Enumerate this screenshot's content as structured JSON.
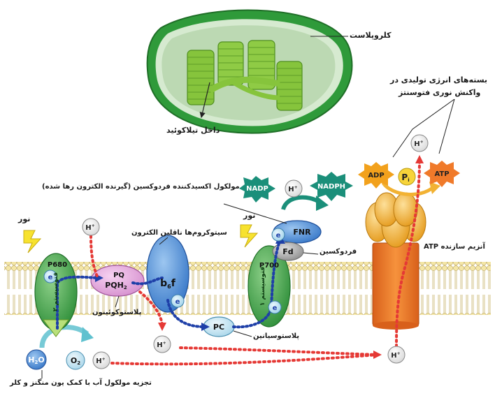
{
  "labels": {
    "chloroplast": "کلروپلاست",
    "thylakoid_interior": "داخل تیلاکوئید",
    "energy_packets_line1": "بسته‌های انرژی تولیدی در",
    "energy_packets_line2": "واکنش نوری فتوسنتز",
    "ferredoxin_oxidizer": "مولکول اکسیدکننده فردوکسین (گیرنده الکترون رها شده)",
    "cytochromes": "سیتوکروم‌ها ناقلین الکترون",
    "light_left": "نور",
    "light_right": "نور",
    "ferredoxin": "فردوکسین",
    "atp_synthase": "آنزیم سازنده ATP",
    "plastoquinone": "پلاستوکوئینون",
    "plastocyanin": "پلاستوسیانین",
    "water_split_line1": "تجزیه مولکول آب با کمک یون منگنز و کلر",
    "photosystem2": "فتوسیستم ۲",
    "photosystem1": "فتوسیستم ۱"
  },
  "molecules": {
    "nadp": "NADP",
    "nadph": "NADPH",
    "h_plus": "H",
    "h_sup": "+",
    "adp": "ADP",
    "atp": "ATP",
    "pi": "P",
    "pi_sub": "i",
    "fnr": "FNR",
    "fd": "Fd",
    "p700": "P700",
    "p680": "P680",
    "pq": "PQ",
    "pqh2": "PQH",
    "pqh2_sub": "2",
    "b6f_b": "b",
    "b6f_6": "6",
    "b6f_f": "f",
    "pc": "PC",
    "e": "e",
    "h2o": "H",
    "h2o_sub": "2",
    "h2o_o": "O",
    "o2": "O",
    "o2_sub": "2"
  },
  "colors": {
    "chloroplast_outer": "#2e9b3a",
    "stroma": "#c9e3c3",
    "thylakoid": "#8bc93e",
    "membrane": "#f2e3a6",
    "photosystem": "#4caf50",
    "cytochrome": "#4a90d9",
    "pq": "#e8a7e0",
    "electron": "#b9dff0",
    "proton_path": "#e53935",
    "electron_path": "#1e3fa8",
    "atp_synthase_head": "#f2b233",
    "atp_synthase_stalk": "#f07a2a",
    "nadp_star": "#1b8f7a"
  }
}
